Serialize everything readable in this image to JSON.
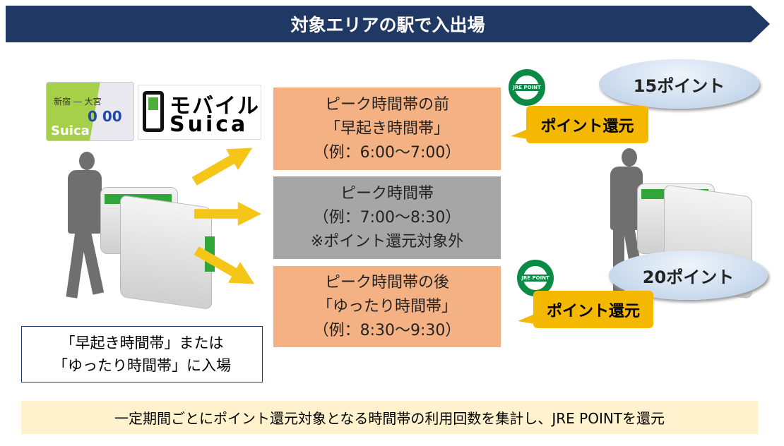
{
  "header": {
    "title": "対象エリアの駅で入出場"
  },
  "cards": {
    "card_station": "新宿 ― 大宮",
    "card_balance": "0 00",
    "card_brand": "Suica",
    "mobile_line1": "モバイル",
    "mobile_line2": "Suica"
  },
  "periods": [
    {
      "lines": [
        "ピーク時間帯の前",
        "「早起き時間帯」",
        "（例：6:00〜7:00）"
      ],
      "color": "#f4b183"
    },
    {
      "lines": [
        "ピーク時間帯",
        "（例：7:00〜8:30）",
        "※ポイント還元対象外"
      ],
      "color": "#a6a6a6"
    },
    {
      "lines": [
        "ピーク時間帯の後",
        "「ゆったり時間帯」",
        "（例：8:30〜9:30）"
      ],
      "color": "#f4b183"
    }
  ],
  "caption": {
    "lines": [
      "「早起き時間帯」または",
      "「ゆったり時間帯」に入場"
    ]
  },
  "rewards": [
    {
      "points": "15ポイント",
      "label": "ポイント還元",
      "logo": "JRE POINT"
    },
    {
      "points": "20ポイント",
      "label": "ポイント還元",
      "logo": "JRE POINT"
    }
  ],
  "footer": {
    "text": "一定期間ごとにポイント還元対象となる時間帯の利用回数を集計し、JRE POINTを還元"
  }
}
